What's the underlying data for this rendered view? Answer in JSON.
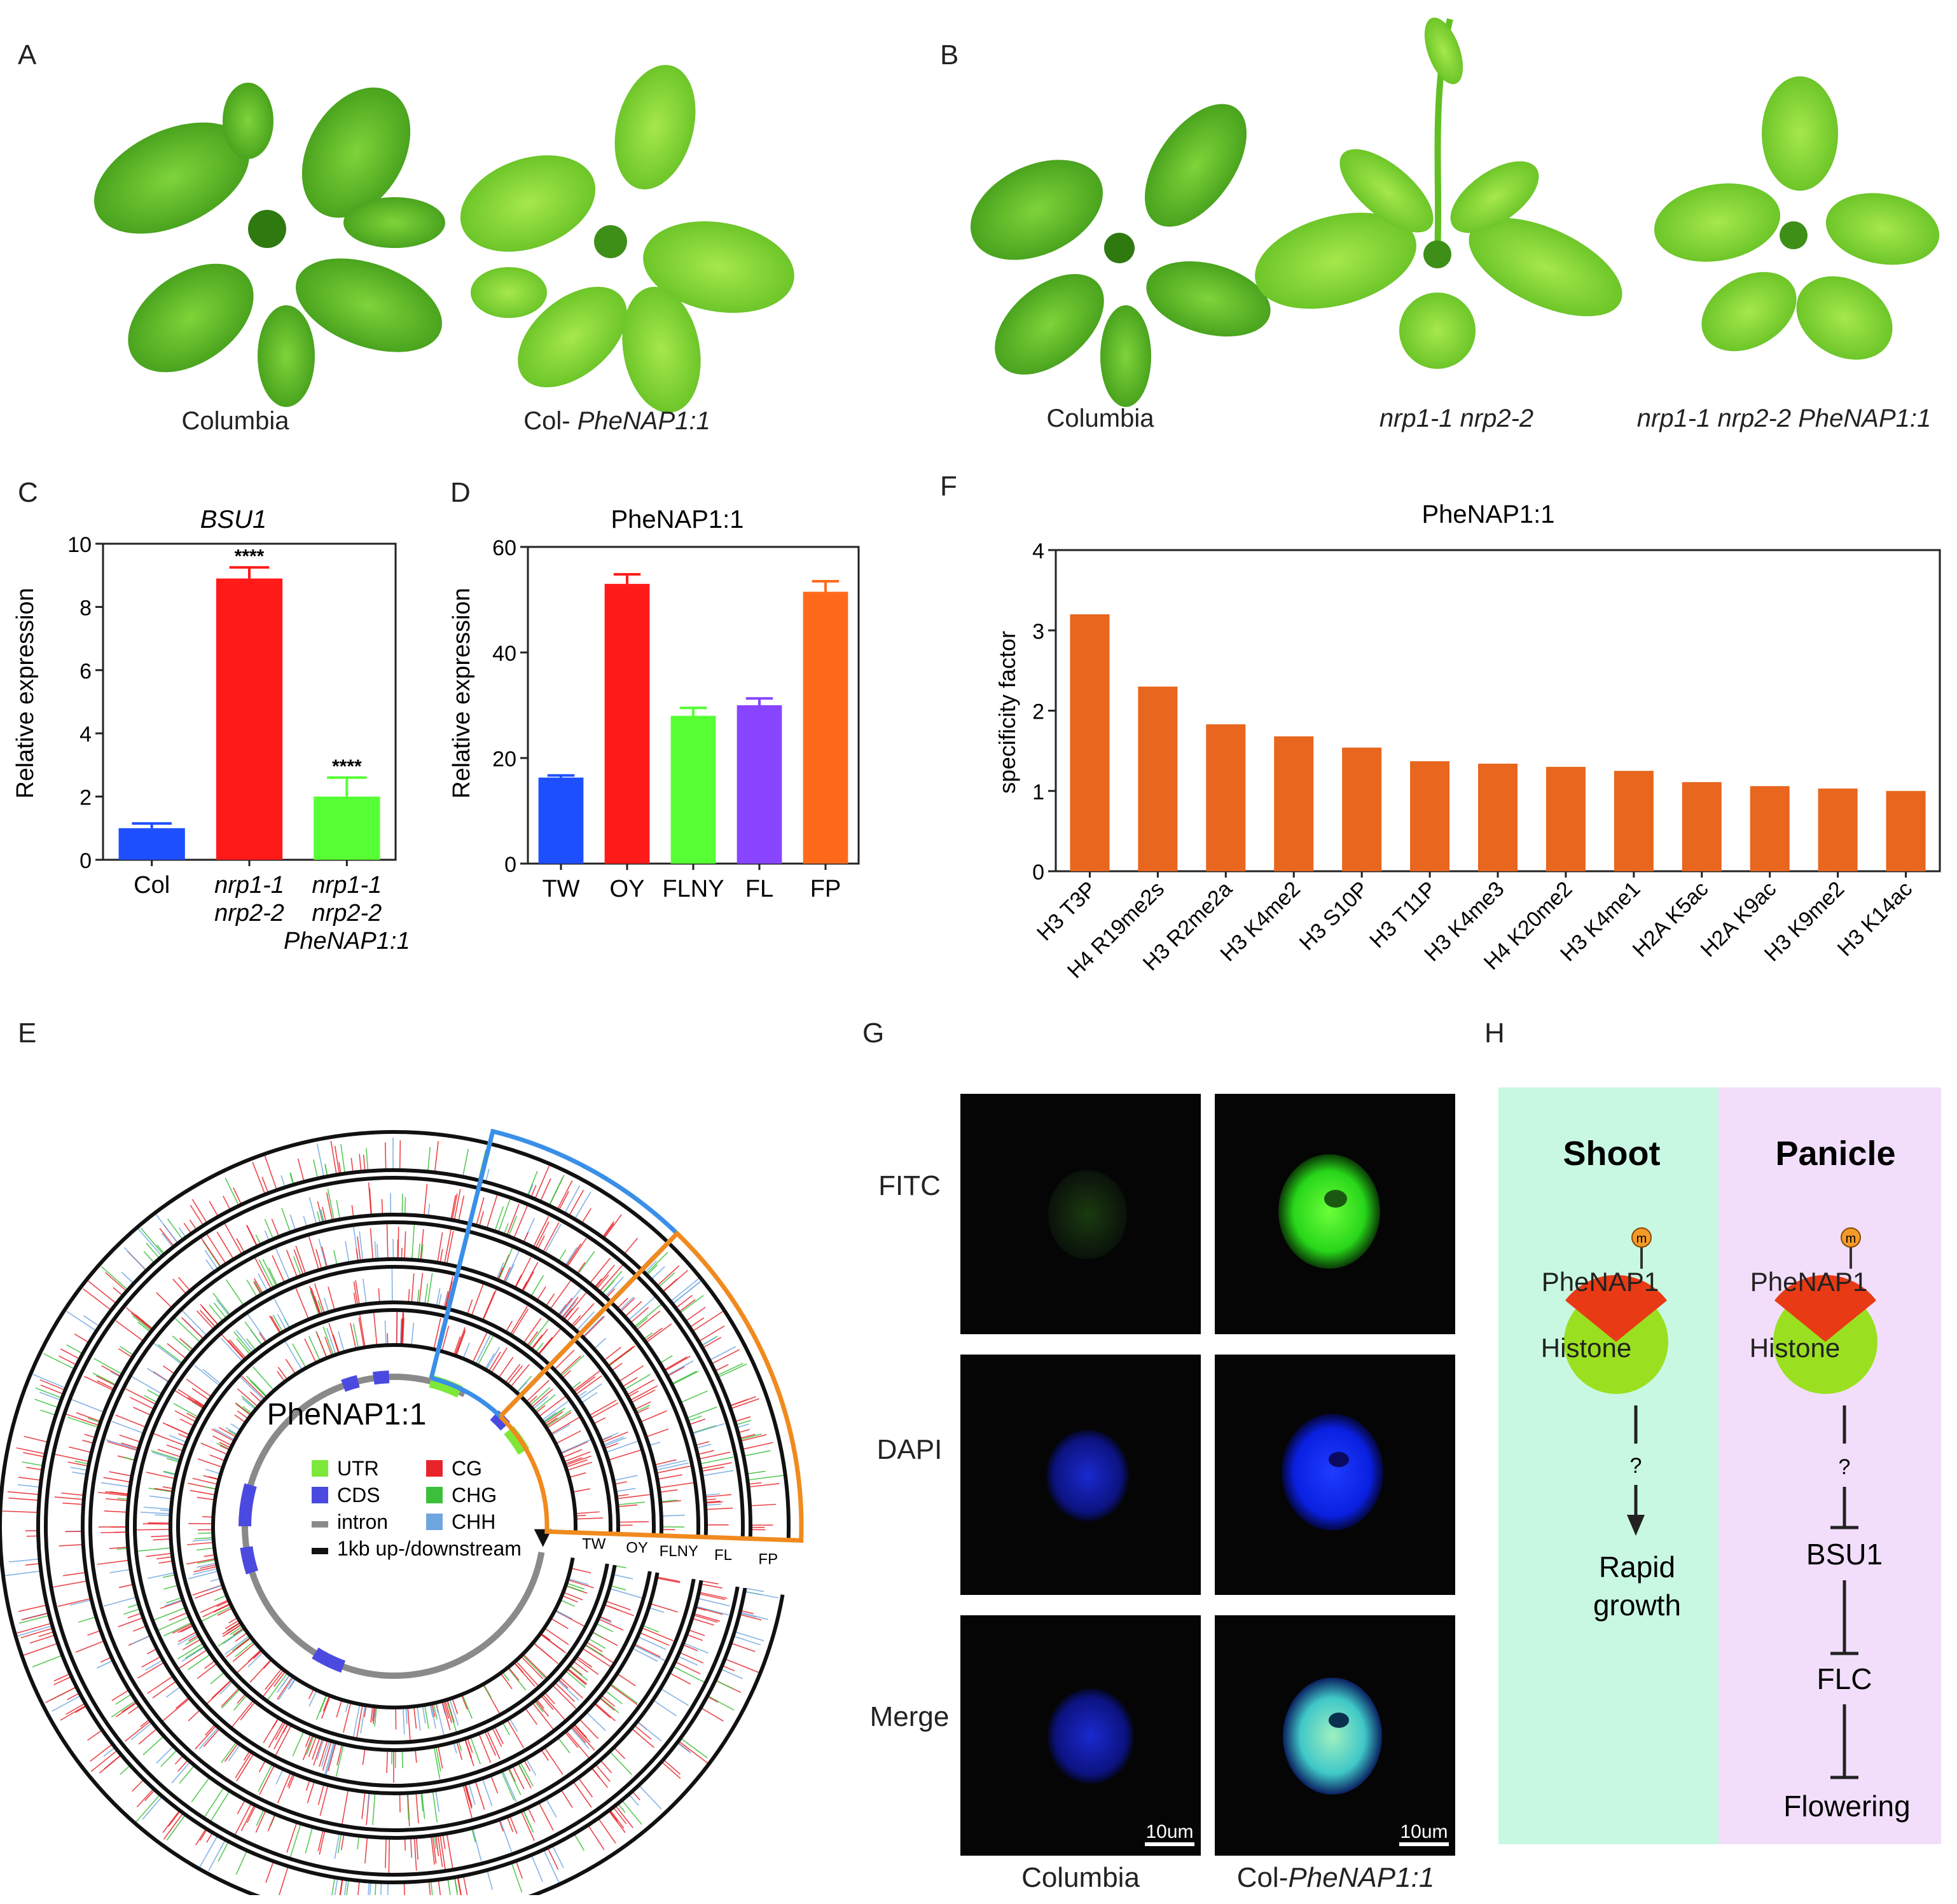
{
  "panel_labels": {
    "A": "A",
    "B": "B",
    "C": "C",
    "D": "D",
    "E": "E",
    "F": "F",
    "G": "G",
    "H": "H"
  },
  "panel_a": {
    "captions": [
      {
        "plain": "Columbia",
        "italic": ""
      },
      {
        "plain": "Col- ",
        "italic": "PheNAP1:1"
      }
    ]
  },
  "panel_b": {
    "captions": [
      {
        "plain": "Columbia",
        "italic": ""
      },
      {
        "plain": "",
        "italic": "nrp1-1 nrp2-2"
      },
      {
        "plain": "",
        "italic": "nrp1-1 nrp2-2 PheNAP1:1"
      }
    ]
  },
  "chart_data": [
    {
      "panel": "C",
      "type": "bar",
      "title": "BSU1",
      "ylabel": "Relative expression",
      "ylim": [
        0,
        10
      ],
      "yticks": [
        "0",
        "2",
        "4",
        "6",
        "8",
        "10"
      ],
      "categories": [
        "Col",
        "nrp1-1 nrp2-2",
        "nrp1-1 nrp2-2 PheNAP1:1"
      ],
      "category_lines": [
        [
          "Col"
        ],
        [
          "nrp1-1",
          "nrp2-2"
        ],
        [
          "nrp1-1",
          "nrp2-2",
          "PheNAP1:1"
        ]
      ],
      "values": [
        1.0,
        8.9,
        2.0
      ],
      "errors": [
        0.15,
        0.35,
        0.6
      ],
      "annotations": [
        "",
        "****",
        "****"
      ],
      "colors": [
        "#1e4fff",
        "#ff1a1a",
        "#55ff33"
      ]
    },
    {
      "panel": "D",
      "type": "bar",
      "title": "PheNAP1:1",
      "ylabel": "Relative expression",
      "ylim": [
        0,
        60
      ],
      "yticks": [
        "0",
        "20",
        "40",
        "60"
      ],
      "categories": [
        "TW",
        "OY",
        "FLNY",
        "FL",
        "FP"
      ],
      "values": [
        16.3,
        53,
        28,
        30,
        51.5
      ],
      "errors": [
        0.4,
        1.8,
        1.5,
        1.3,
        2.0
      ],
      "colors": [
        "#1e4fff",
        "#ff1a1a",
        "#55ff33",
        "#8844ff",
        "#ff6a1a"
      ]
    },
    {
      "panel": "F",
      "type": "bar",
      "title": "PheNAP1:1",
      "ylabel": "specificity factor",
      "ylim": [
        0,
        4
      ],
      "yticks": [
        "0",
        "1",
        "2",
        "3",
        "4"
      ],
      "categories": [
        "H3 T3P",
        "H4 R19me2s",
        "H3 R2me2a",
        "H3 K4me2",
        "H3 S10P",
        "H3 T11P",
        "H3 K4me3",
        "H4 K20me2",
        "H3 K4me1",
        "H2A K5ac",
        "H2A K9ac",
        "H3 K9me2",
        "H3 K14ac"
      ],
      "values": [
        3.2,
        2.3,
        1.83,
        1.68,
        1.54,
        1.37,
        1.34,
        1.3,
        1.25,
        1.11,
        1.06,
        1.03,
        1.0
      ],
      "colors": [
        "#e8661e"
      ]
    }
  ],
  "panel_e": {
    "title": "PheNAP1:1",
    "track_labels": [
      "TW",
      "OY",
      "FLNY",
      "FL",
      "FP"
    ],
    "legend": [
      {
        "label": "UTR",
        "color": "#7ee83a"
      },
      {
        "label": "CG",
        "color": "#e8242a"
      },
      {
        "label": "CDS",
        "color": "#4a4ae0"
      },
      {
        "label": "CHG",
        "color": "#3cc03c"
      },
      {
        "label": "intron",
        "color": "#8a8a8a"
      },
      {
        "label": "CHH",
        "color": "#6fa6e0"
      },
      {
        "label": "1kb up-/downstream",
        "color": "#111111"
      }
    ]
  },
  "panel_g": {
    "rows": [
      "FITC",
      "DAPI",
      "Merge"
    ],
    "columns": [
      {
        "plain": "Columbia",
        "italic": ""
      },
      {
        "plain": "Col-",
        "italic": "PheNAP1:1"
      }
    ],
    "scale_bar": "10um"
  },
  "panel_h": {
    "left": {
      "title": "Shoot",
      "protein": "PheNAP1",
      "histone": "Histone",
      "mark": "m",
      "question": "?",
      "steps": [
        "Rapid",
        "growth"
      ],
      "bg": "#c8f8e2"
    },
    "right": {
      "title": "Panicle",
      "protein": "PheNAP1",
      "histone": "Histone",
      "mark": "m",
      "question": "?",
      "steps": [
        "BSU1",
        "FLC",
        "Flowering"
      ],
      "bg": "#f2defa"
    }
  }
}
